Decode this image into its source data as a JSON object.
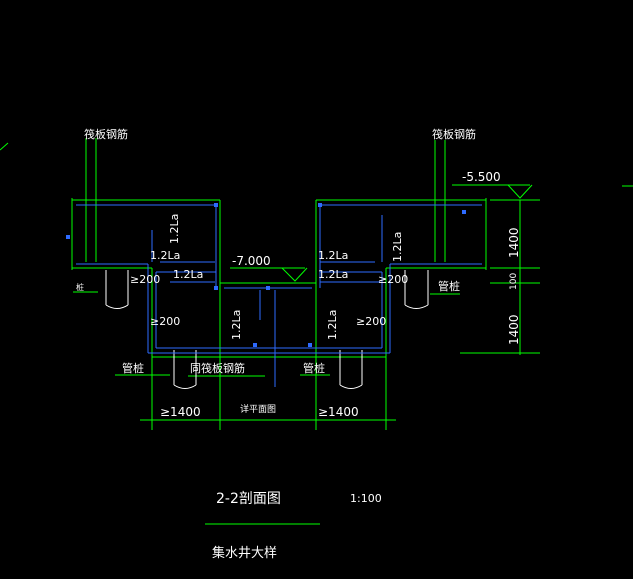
{
  "labels": {
    "raft_rebar_left": "筏板钢筋",
    "raft_rebar_right": "筏板钢筋",
    "same_raft_rebar": "同筏板钢筋",
    "pipe_pile_1": "管桩",
    "pipe_pile_2": "管桩",
    "pipe_pile_3": "管桩",
    "short_mark": "桩",
    "elev_top": "-5.500",
    "elev_pit": "-7.000",
    "la_1": "1.2La",
    "la_2": "1.2La",
    "la_3": "1.2La",
    "la_4": "1.2La",
    "la_5": "1.2La",
    "la_6": "1.2La",
    "la_7": "1.2La",
    "la_8": "1.2La",
    "dim_200_1": "≥200",
    "dim_200_2": "≥200",
    "dim_200_3": "≥200",
    "dim_200_4": "≥200",
    "dim_1400_left": "≥1400",
    "dim_1400_right": "≥1400",
    "plan_label": "详平面图",
    "dim_v1": "1400",
    "dim_v2": "100",
    "dim_v3": "1400",
    "section_title": "2-2剖面图",
    "scale": "1:100",
    "detail_title": "集水井大样"
  },
  "colors": {
    "background": "#000000",
    "outline": "#00ff00",
    "rebar": "#2e6bff",
    "text": "#ffffff"
  }
}
